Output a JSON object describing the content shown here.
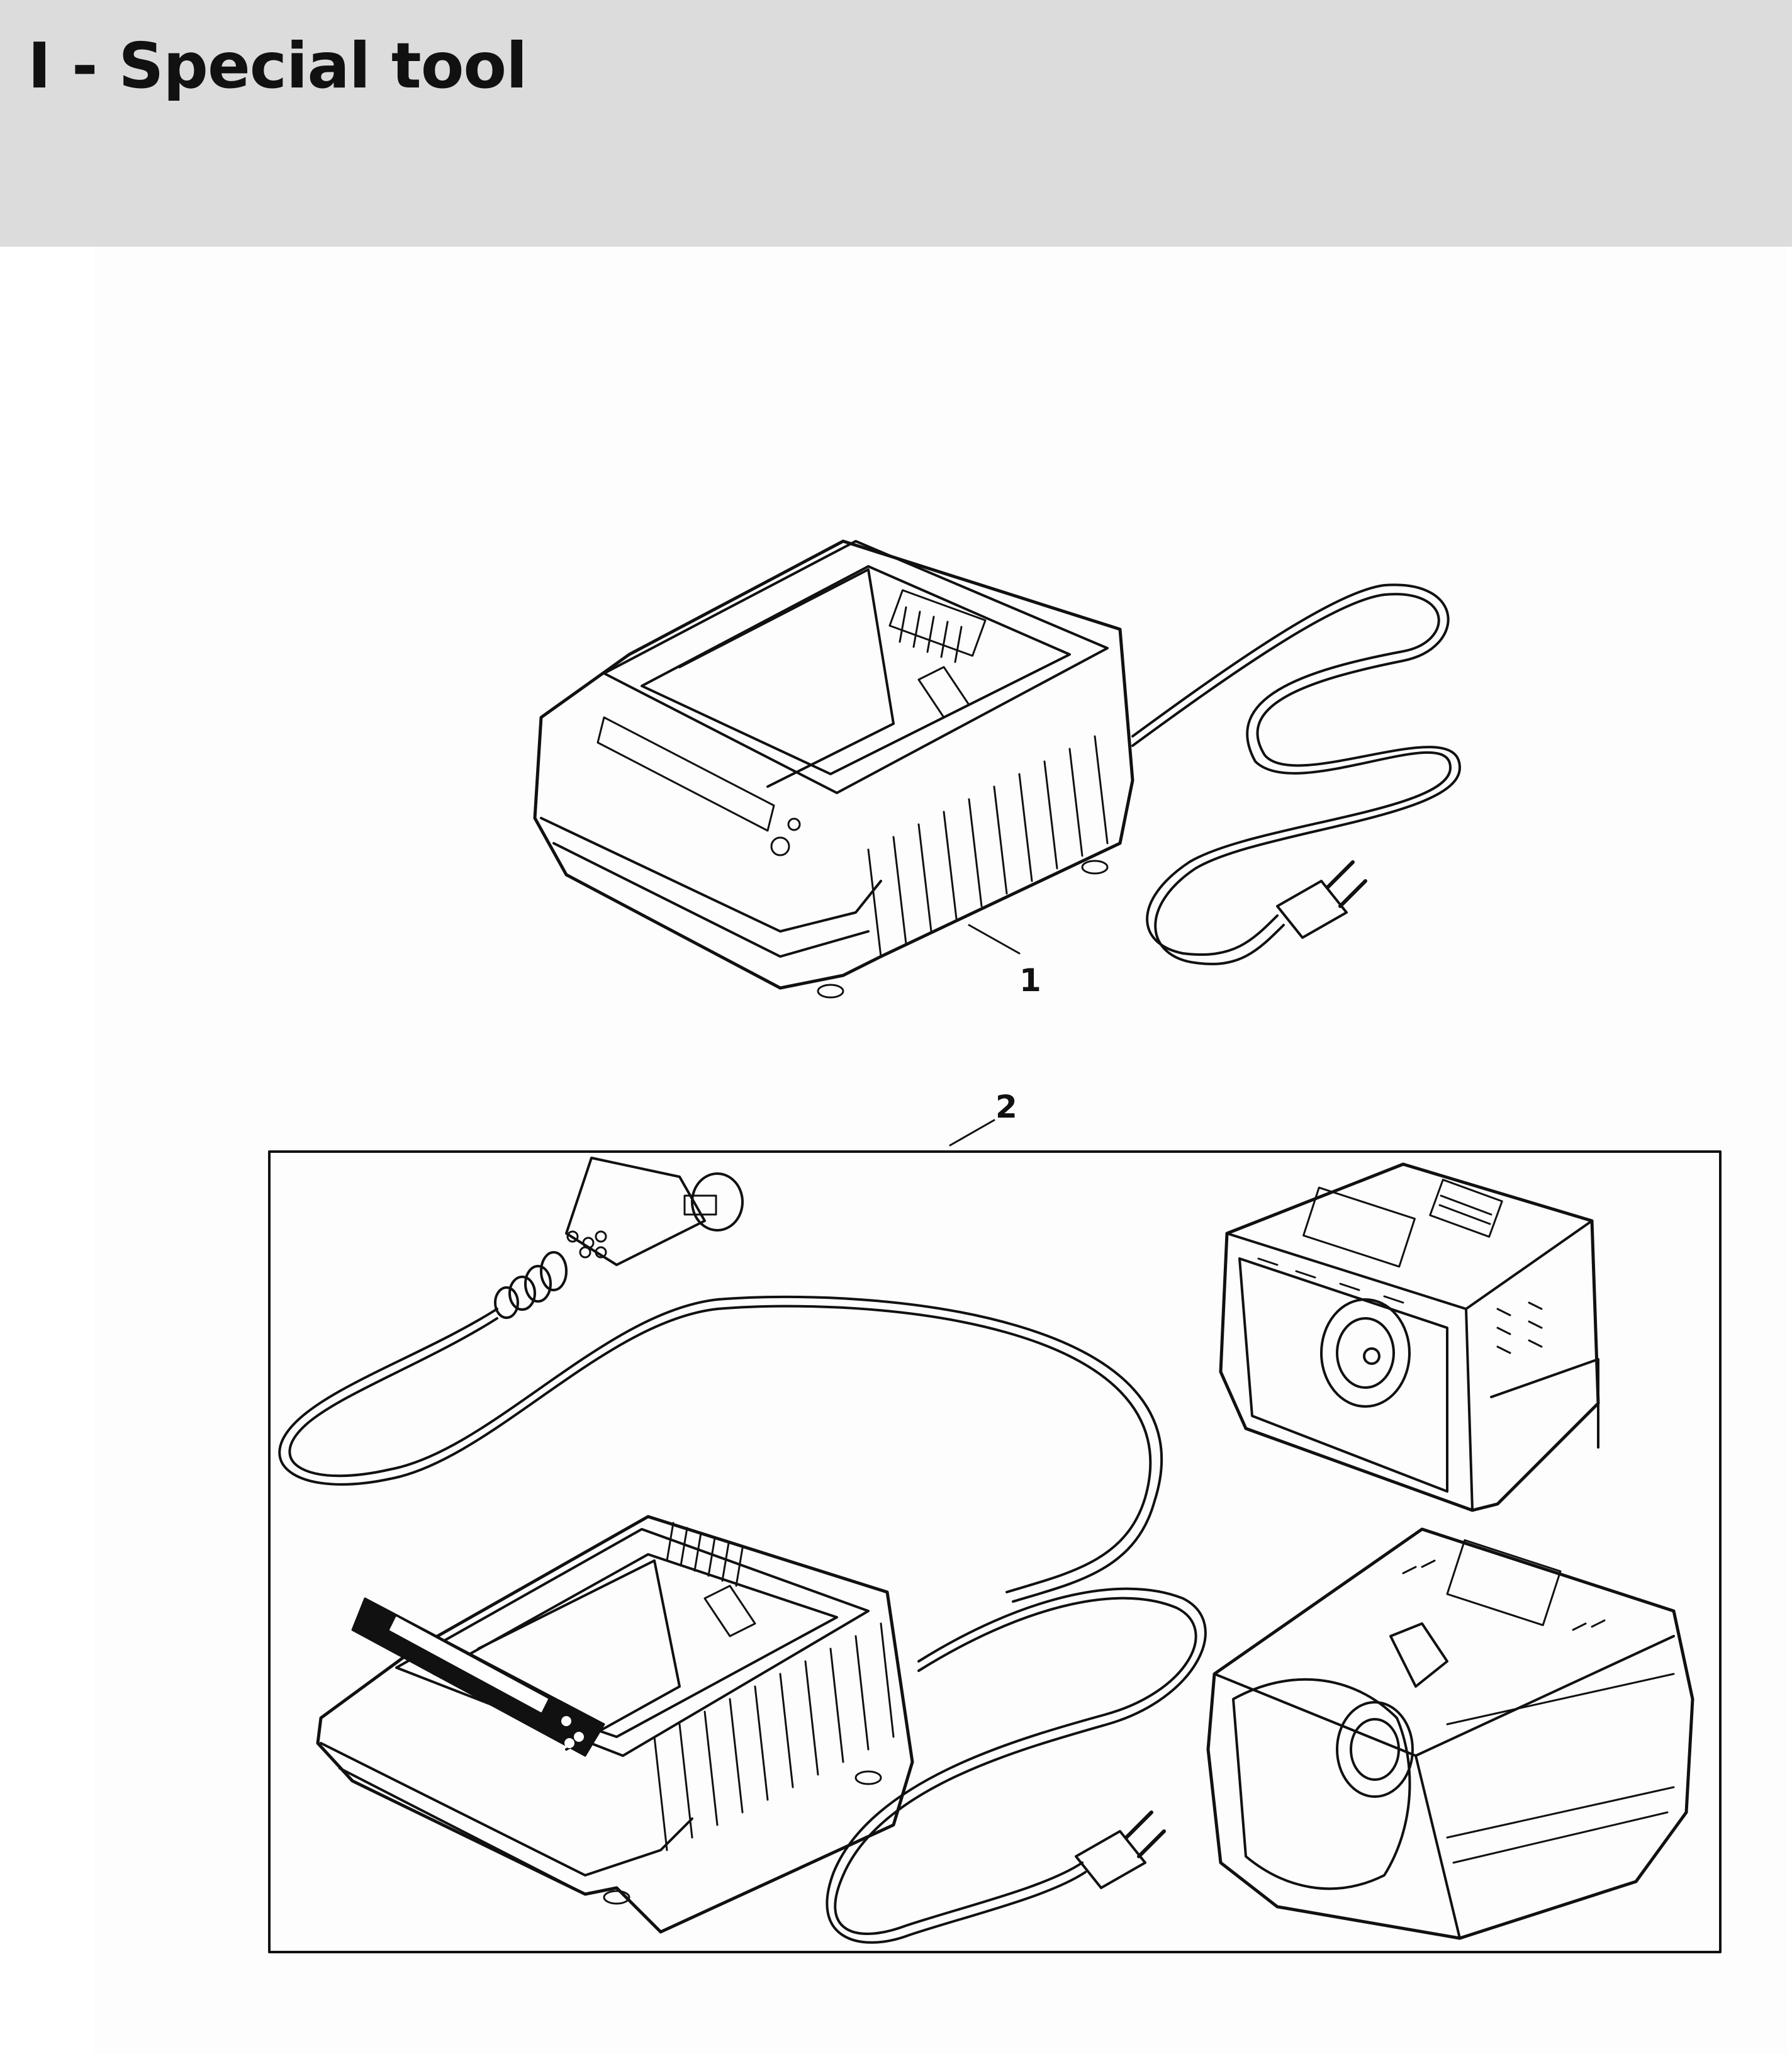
{
  "header": {
    "title": "I - Special tool"
  },
  "callouts": {
    "item1": "1",
    "item2": "2"
  },
  "colors": {
    "header_bg": "#dcdcdc",
    "line": "#111111"
  }
}
